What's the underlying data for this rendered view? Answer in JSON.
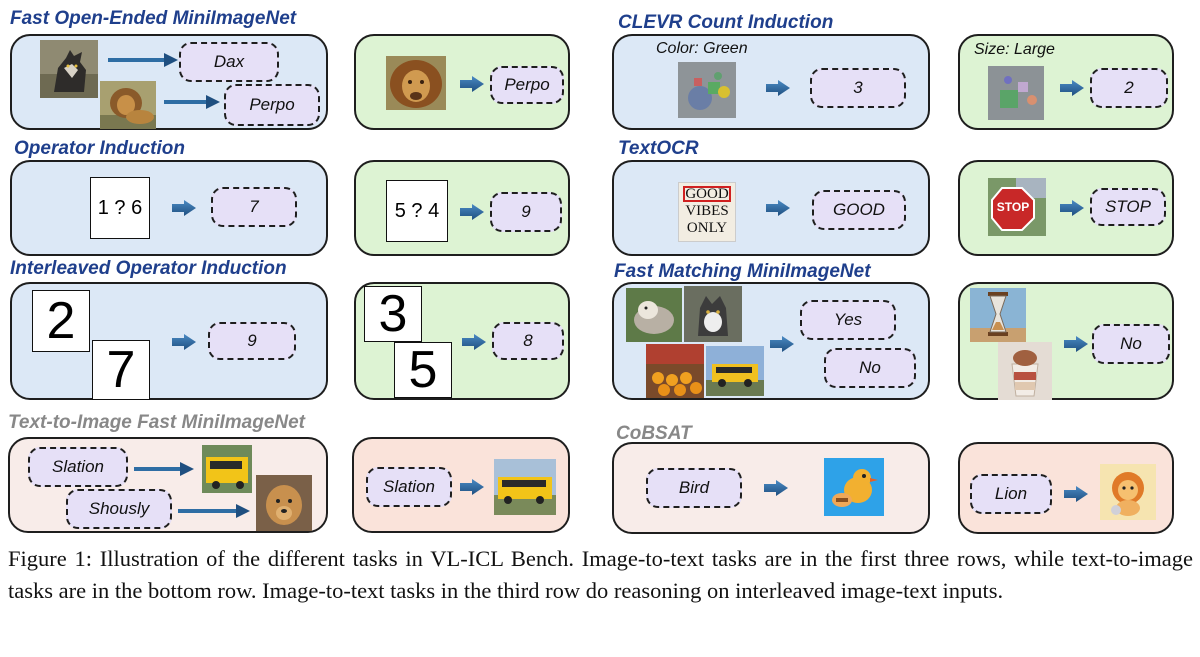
{
  "sections": {
    "fast_open_ended": {
      "title": "Fast Open-Ended MiniImageNet",
      "support": [
        "Dax",
        "Perpo"
      ],
      "query_answer": "Perpo",
      "images": [
        "wolf-image",
        "lion-image",
        "lion-query-image"
      ]
    },
    "clevr_count": {
      "title": "CLEVR Count Induction",
      "support_condition": "Color: Green",
      "support_answer": "3",
      "query_condition": "Size: Large",
      "query_answer": "2"
    },
    "operator_induction": {
      "title": "Operator Induction",
      "support_expr": "1 ? 6",
      "support_answer": "7",
      "query_expr": "5 ? 4",
      "query_answer": "9"
    },
    "textocr": {
      "title": "TextOCR",
      "support_answer": "GOOD",
      "query_answer": "STOP",
      "sign_lines": [
        "GOOD",
        "VIBES",
        "ONLY"
      ],
      "stop_sign": "STOP"
    },
    "interleaved_operator": {
      "title": "Interleaved Operator Induction",
      "support_digits": [
        "2",
        "7"
      ],
      "support_answer": "9",
      "query_digits": [
        "3",
        "5"
      ],
      "query_answer": "8"
    },
    "fast_matching": {
      "title": "Fast Matching MiniImageNet",
      "support_answers": [
        "Yes",
        "No"
      ],
      "query_answer": "No"
    },
    "text_to_image": {
      "title": "Text-to-Image Fast MiniImageNet",
      "support": [
        "Slation",
        "Shously"
      ],
      "query": "Slation"
    },
    "cobsat": {
      "title": "CoBSAT",
      "support": "Bird",
      "query": "Lion"
    }
  },
  "caption": "Figure 1: Illustration of the different tasks in VL-ICL Bench. Image-to-text tasks are in the first three rows, while text-to-image tasks are in the bottom row. Image-to-text tasks in the third row do reasoning on interleaved image-text inputs.",
  "colors": {
    "title_blue": "#1f3f8c",
    "title_gray": "#888888",
    "support_blue": "#dce8f6",
    "query_green": "#ddf3d3",
    "t2i_peach": "#fae3da",
    "t2i_pink": "#f8ece9",
    "label_lavender": "#e6e0f7",
    "arrow_fill": "#2e6da4"
  }
}
